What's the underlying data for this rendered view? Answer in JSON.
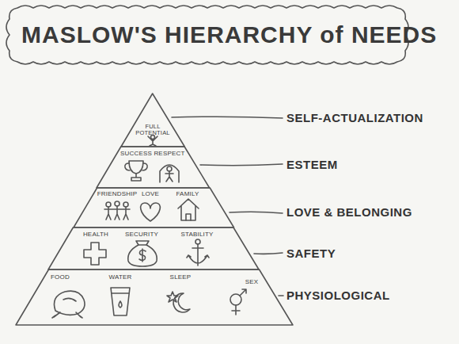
{
  "diagram": {
    "title": "MASLOW'S HIERARCHY of NEEDS",
    "nodes": [
      {
        "text": [
          "SELF-ACTUALIZATION",
          "FULL POTENTIAL"
        ]
      },
      {
        "text": [
          "ESTEEM",
          "SUCCESS",
          "RESPECT"
        ]
      },
      {
        "text": [
          "LOVE & BELONGING",
          "FRIENDSHIP",
          "LOVE",
          "FAMILY"
        ]
      },
      {
        "text": [
          "SAFETY",
          "HEALTH",
          "SECURITY",
          "STABILITY"
        ]
      },
      {
        "text": [
          "PHYSIOLOGICAL",
          "FOOD",
          "WATER",
          "SLEEP",
          "SEX"
        ]
      }
    ]
  }
}
